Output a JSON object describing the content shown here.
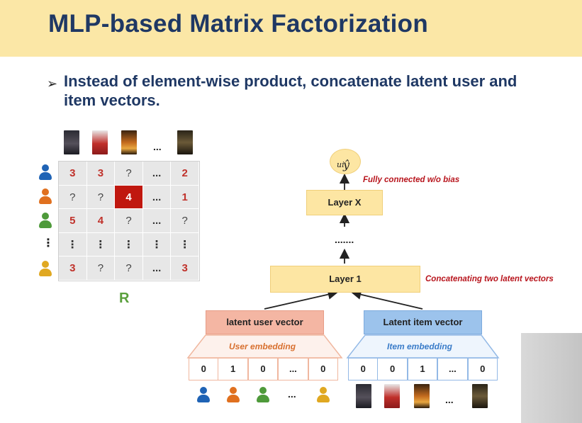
{
  "title": "MLP-based Matrix Factorization",
  "bullet": {
    "marker": "➢",
    "text": "Instead of element-wise product, concatenate latent user and item vectors."
  },
  "matrix": {
    "header_ellipsis": "...",
    "rows": [
      [
        "3",
        "3",
        "?",
        "...",
        "2"
      ],
      [
        "?",
        "?",
        "4",
        "...",
        "1"
      ],
      [
        "5",
        "4",
        "?",
        "...",
        "?"
      ],
      [
        "⋮",
        "⋮",
        "⋮",
        "⋮",
        "⋮"
      ],
      [
        "3",
        "?",
        "?",
        "...",
        "3"
      ]
    ],
    "highlight": {
      "row": 1,
      "col": 2
    },
    "row_ellipsis": "⋮",
    "label": "R"
  },
  "network": {
    "output": "ŷ",
    "output_sub": "ui",
    "output_note": "Fully connected w/o bias",
    "layer_x": "Layer X",
    "layer_dots": ".......",
    "layer_1": "Layer 1",
    "layer_1_note": "Concatenating two latent vectors",
    "user_vector": "latent user vector",
    "item_vector": "Latent item vector",
    "user_embedding": "User embedding",
    "item_embedding": "Item embedding",
    "user_onehot": [
      "0",
      "1",
      "0",
      "...",
      "0"
    ],
    "item_onehot": [
      "0",
      "0",
      "1",
      "...",
      "0"
    ],
    "ellipsis": "..."
  },
  "colors": {
    "title_band": "#fbe7a6",
    "title_text": "#1f3864",
    "rating": "#c0322b",
    "highlight": "#c0180f",
    "layer_fill": "#fde6a3",
    "user_vector": "#f4b6a3",
    "item_vector": "#9cc3ec",
    "note": "#b8151d",
    "user_1": "#1f63b5",
    "user_2": "#e0701f",
    "user_3": "#4e9a3a",
    "user_4": "#e0a821"
  }
}
